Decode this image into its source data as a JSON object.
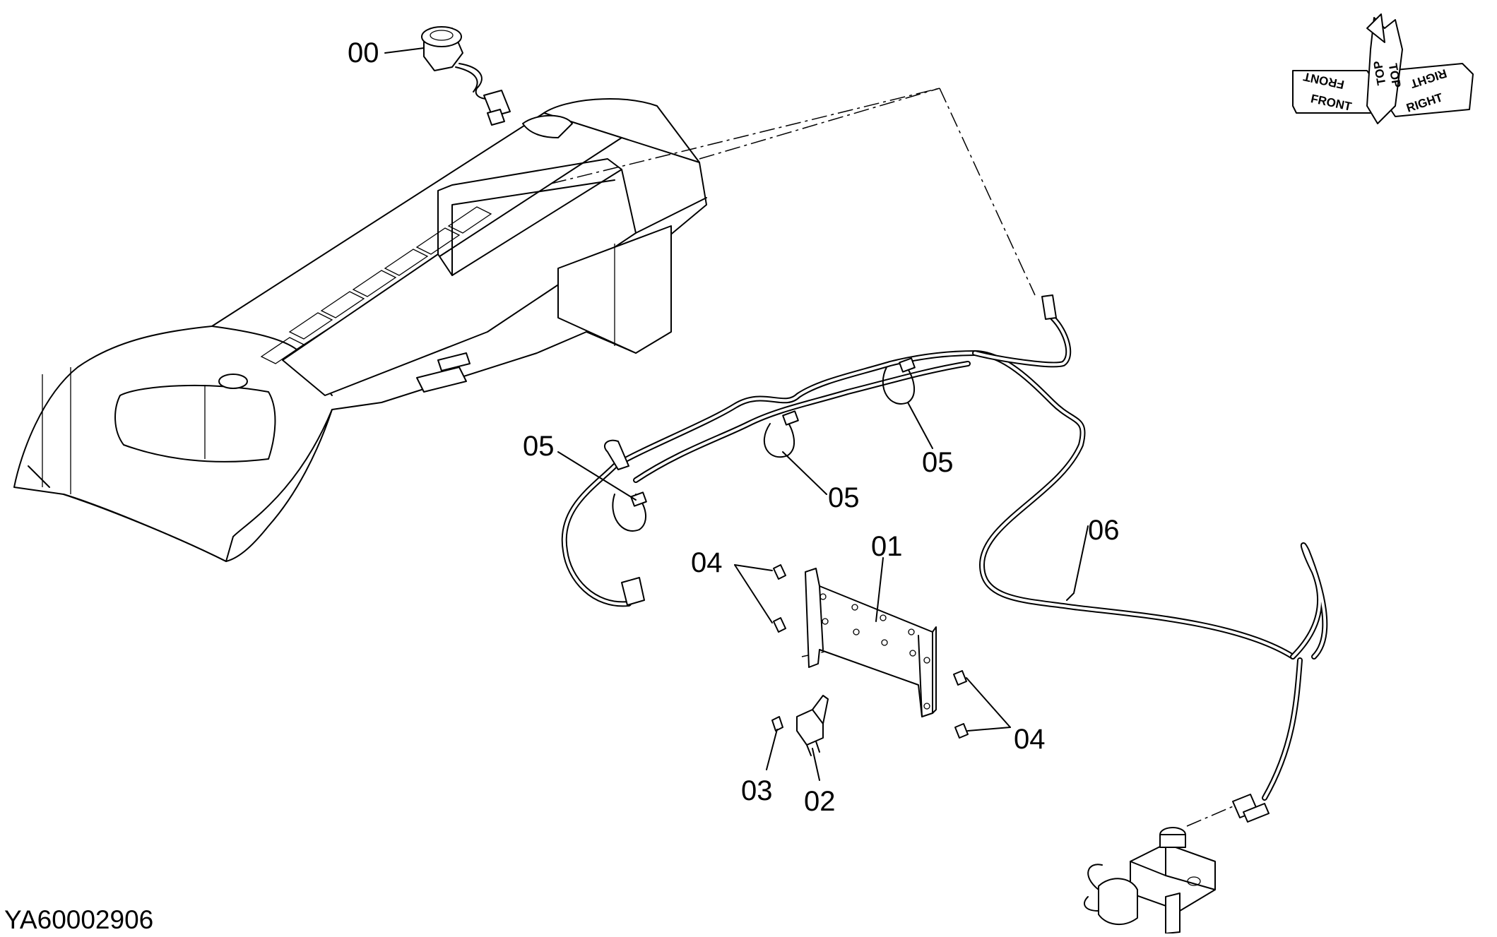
{
  "diagram": {
    "document_id": "YA60002906",
    "orientation_indicator": {
      "labels": [
        "FRONT",
        "TOP",
        "RIGHT"
      ]
    },
    "callouts": [
      {
        "id": "c00",
        "label": "00"
      },
      {
        "id": "c01",
        "label": "01"
      },
      {
        "id": "c02",
        "label": "02"
      },
      {
        "id": "c03",
        "label": "03"
      },
      {
        "id": "c04a",
        "label": "04"
      },
      {
        "id": "c04b",
        "label": "04"
      },
      {
        "id": "c05a",
        "label": "05"
      },
      {
        "id": "c05b",
        "label": "05"
      },
      {
        "id": "c05c",
        "label": "05"
      },
      {
        "id": "c06",
        "label": "06"
      }
    ]
  }
}
